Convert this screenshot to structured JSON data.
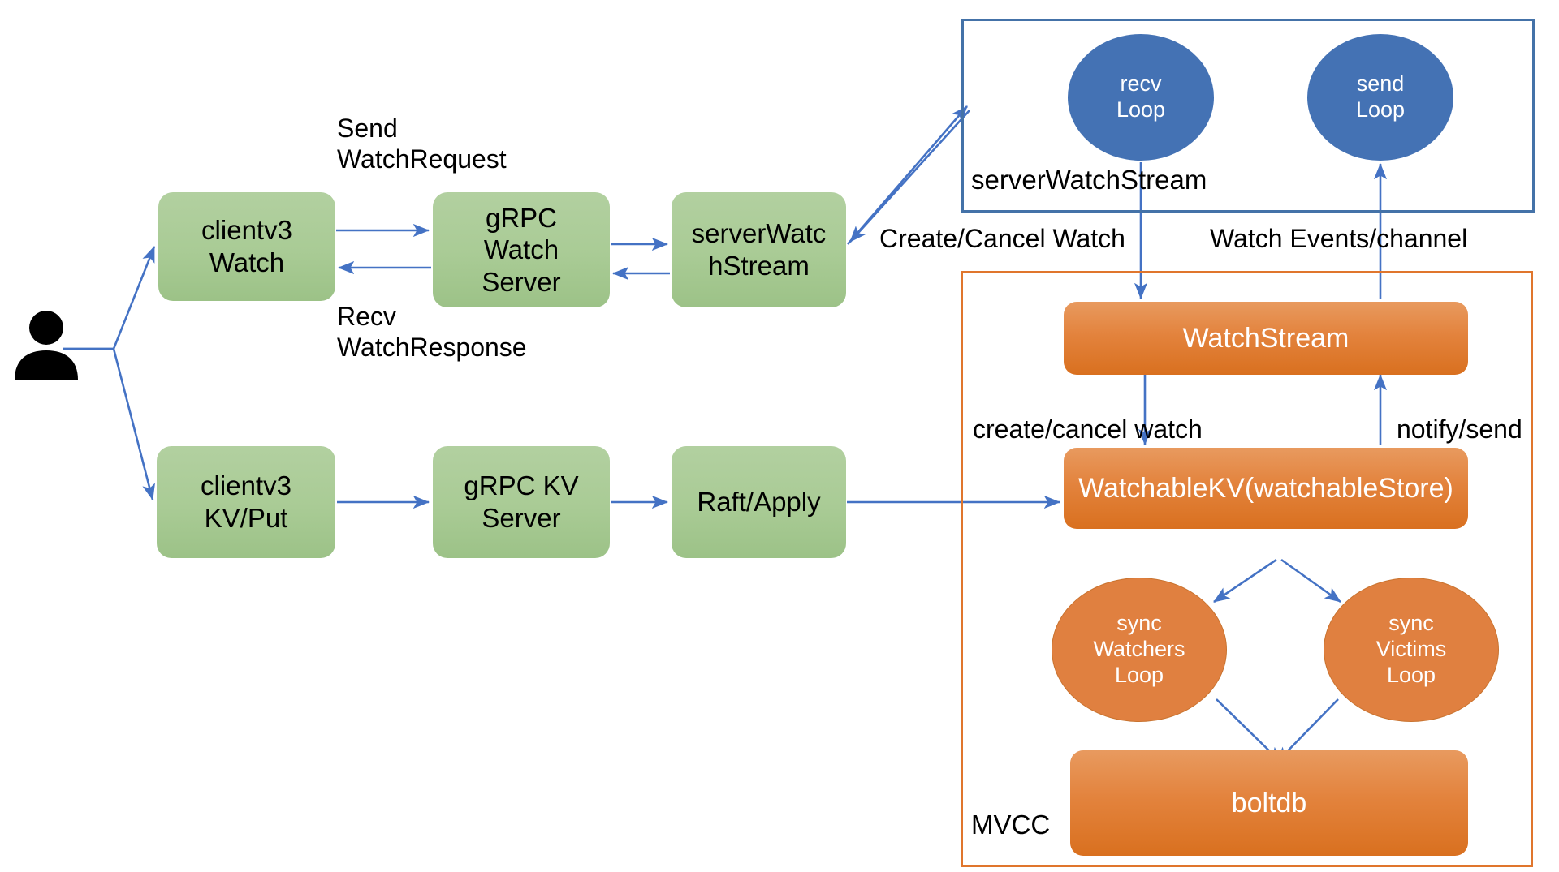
{
  "diagram": {
    "title": "etcd watch architecture",
    "colors": {
      "green_box": "#a9cb95",
      "orange_box": "#e3833d",
      "blue_ellipse": "#4472b4",
      "orange_ellipse": "#e08040",
      "blue_frame_border": "#4472a8",
      "orange_frame_border": "#e0762d",
      "arrow": "#4472c4",
      "text_dark": "#000000",
      "text_light": "#ffffff"
    }
  },
  "actor": {
    "name": "user-actor",
    "icon": "person-icon"
  },
  "green_nodes": [
    {
      "id": "clientv3-watch",
      "label": "clientv3\nWatch"
    },
    {
      "id": "grpc-watch-server",
      "label": "gRPC\nWatch\nServer"
    },
    {
      "id": "server-watch-stream",
      "label": "serverWatc\nhStream"
    },
    {
      "id": "clientv3-kv-put",
      "label": "clientv3\nKV/Put"
    },
    {
      "id": "grpc-kv-server",
      "label": "gRPC KV\nServer"
    },
    {
      "id": "raft-apply",
      "label": "Raft/Apply"
    }
  ],
  "frames": [
    {
      "id": "server-watch-stream-frame",
      "label": "serverWatchStream",
      "border": "blue"
    },
    {
      "id": "mvcc-frame",
      "label": "MVCC",
      "border": "orange"
    }
  ],
  "blue_ellipses": [
    {
      "id": "recv-loop",
      "label": "recv\nLoop"
    },
    {
      "id": "send-loop",
      "label": "send\nLoop"
    }
  ],
  "orange_nodes": [
    {
      "id": "watch-stream",
      "label": "WatchStream"
    },
    {
      "id": "watchable-kv",
      "label": "WatchableKV(watchableStore)"
    },
    {
      "id": "boltdb",
      "label": "boltdb"
    }
  ],
  "orange_ellipses": [
    {
      "id": "sync-watchers-loop",
      "label": "sync\nWatchers\nLoop"
    },
    {
      "id": "sync-victims-loop",
      "label": "sync\nVictims\nLoop"
    }
  ],
  "edge_labels": [
    {
      "id": "send-watch-request",
      "label": "Send\nWatchRequest"
    },
    {
      "id": "recv-watch-response",
      "label": "Recv\nWatchResponse"
    },
    {
      "id": "create-cancel-watch",
      "label": "Create/Cancel Watch"
    },
    {
      "id": "watch-events-channel",
      "label": "Watch Events/channel"
    },
    {
      "id": "create-cancel-watch-lower",
      "label": "create/cancel watch"
    },
    {
      "id": "notify-send",
      "label": "notify/send"
    }
  ]
}
